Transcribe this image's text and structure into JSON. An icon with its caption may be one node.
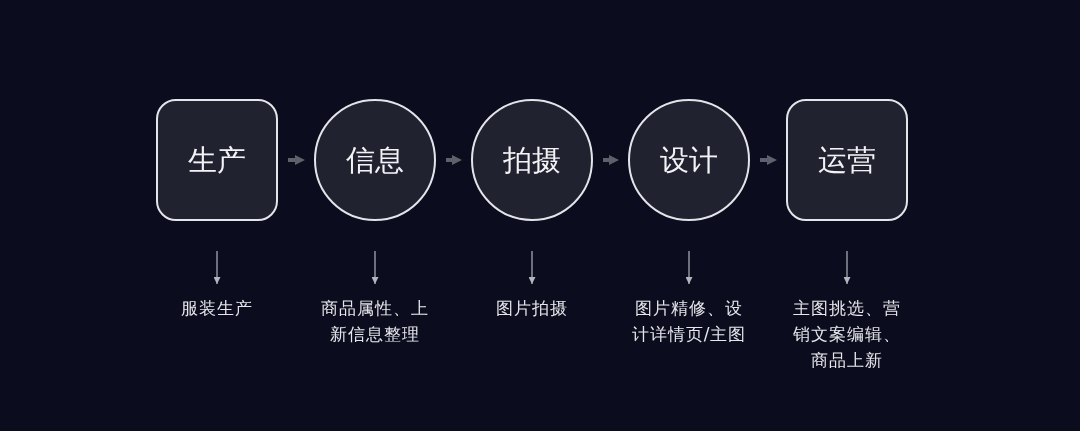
{
  "diagram": {
    "nodes": [
      {
        "text": [
          "生产"
        ]
      },
      {
        "text": [
          "信息"
        ]
      },
      {
        "text": [
          "拍摄"
        ]
      },
      {
        "text": [
          "设计"
        ]
      },
      {
        "text": [
          "运营"
        ]
      },
      {
        "text": [
          "服装生产"
        ]
      },
      {
        "text": [
          "商品属性、上新信息整理"
        ]
      },
      {
        "text": [
          "图片拍摄"
        ]
      },
      {
        "text": [
          "图片精修、设计详情页/主图"
        ]
      },
      {
        "text": [
          "主图挑选、营销文案编辑、商品上新"
        ]
      }
    ],
    "edges": [
      {
        "from": 0,
        "to": 1,
        "arrow": "to",
        "style": "thick",
        "color": "#5e606c"
      },
      {
        "from": 1,
        "to": 2,
        "arrow": "to",
        "style": "thick",
        "color": "#5e606c"
      },
      {
        "from": 2,
        "to": 3,
        "arrow": "to",
        "style": "thick",
        "color": "#5e606c"
      },
      {
        "from": 3,
        "to": 4,
        "arrow": "to",
        "style": "thick",
        "color": "#5e606c"
      },
      {
        "from": 0,
        "to": 5,
        "arrow": "to"
      },
      {
        "from": 1,
        "to": 6,
        "arrow": "to"
      },
      {
        "from": 2,
        "to": 7,
        "arrow": "to"
      },
      {
        "from": 3,
        "to": 8,
        "arrow": "to"
      },
      {
        "from": 4,
        "to": 9,
        "arrow": "to"
      }
    ]
  }
}
